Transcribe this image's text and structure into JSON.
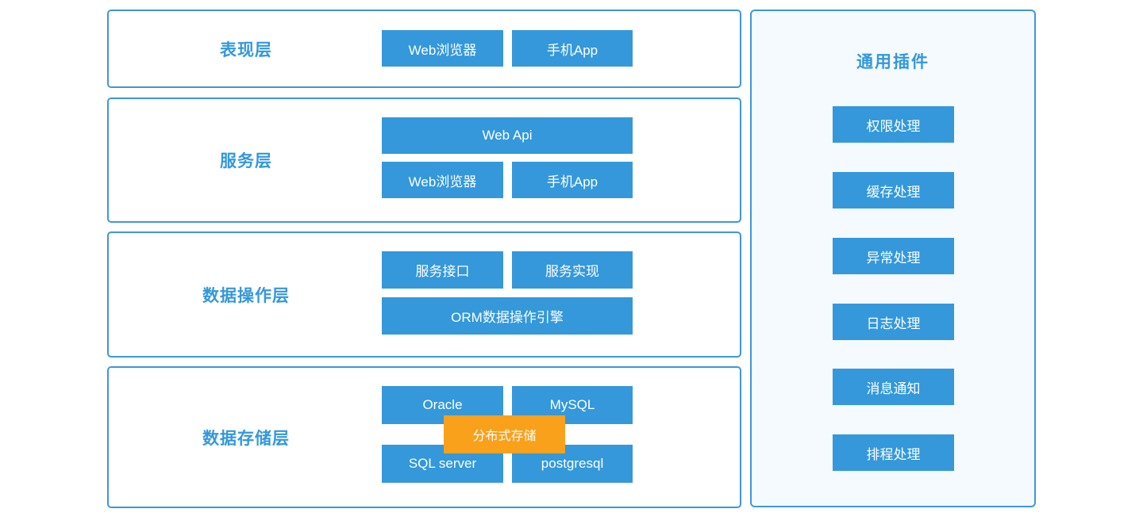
{
  "colors": {
    "node_blue": "#3498db",
    "node_orange": "#f9a11b",
    "box_border_blue": "#3e97d8",
    "label_blue": "#3498db",
    "plugins_panel_bg": "#f4fafd",
    "node_text": "#ffffff",
    "page_bg": "#ffffff"
  },
  "layers": [
    {
      "label": "表现层",
      "buttons": {
        "b1": "Web浏览器",
        "b2": "手机App"
      }
    },
    {
      "label": "服务层",
      "buttons": {
        "wide": "Web Api",
        "b1": "Web浏览器",
        "b2": "手机App"
      }
    },
    {
      "label": "数据操作层",
      "buttons": {
        "b1": "服务接口",
        "b2": "服务实现",
        "wide": "ORM数据操作引擎"
      }
    },
    {
      "label": "数据存储层",
      "buttons": {
        "b1": "Oracle",
        "b2": "MySQL",
        "b3": "SQL server",
        "b4": "postgresql",
        "overlay": "分布式存储"
      }
    }
  ],
  "plugins": {
    "title": "通用插件",
    "items": [
      "权限处理",
      "缓存处理",
      "异常处理",
      "日志处理",
      "消息通知",
      "排程处理"
    ]
  }
}
